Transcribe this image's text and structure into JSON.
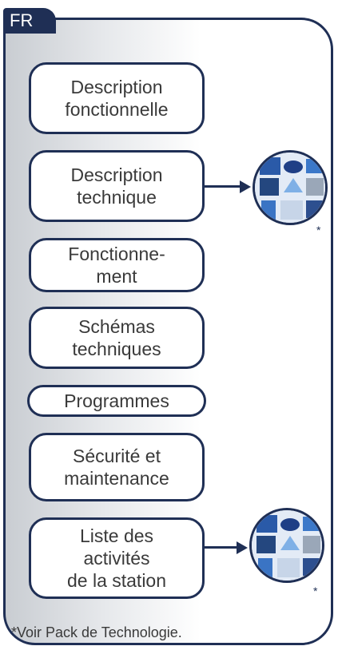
{
  "language_tab": "FR",
  "boxes": [
    {
      "label": "Description\nfonctionnelle"
    },
    {
      "label": "Description\ntechnique"
    },
    {
      "label": "Fonctionne-\nment"
    },
    {
      "label": "Schémas\ntechniques"
    },
    {
      "label": "Programmes"
    },
    {
      "label": "Sécurité et\nmaintenance"
    },
    {
      "label": "Liste des\nactivités\nde la station"
    }
  ],
  "tech_pack_markers": [
    {
      "target_box": "Description technique",
      "marker": "*"
    },
    {
      "target_box": "Liste des activités de la station",
      "marker": "*"
    }
  ],
  "footnote": "*Voir Pack de Technologie.",
  "colors": {
    "border": "#1f2f55",
    "text": "#3a3a3a",
    "panel_gradient_start": "#c9cdd2",
    "panel_gradient_end": "#ffffff"
  }
}
